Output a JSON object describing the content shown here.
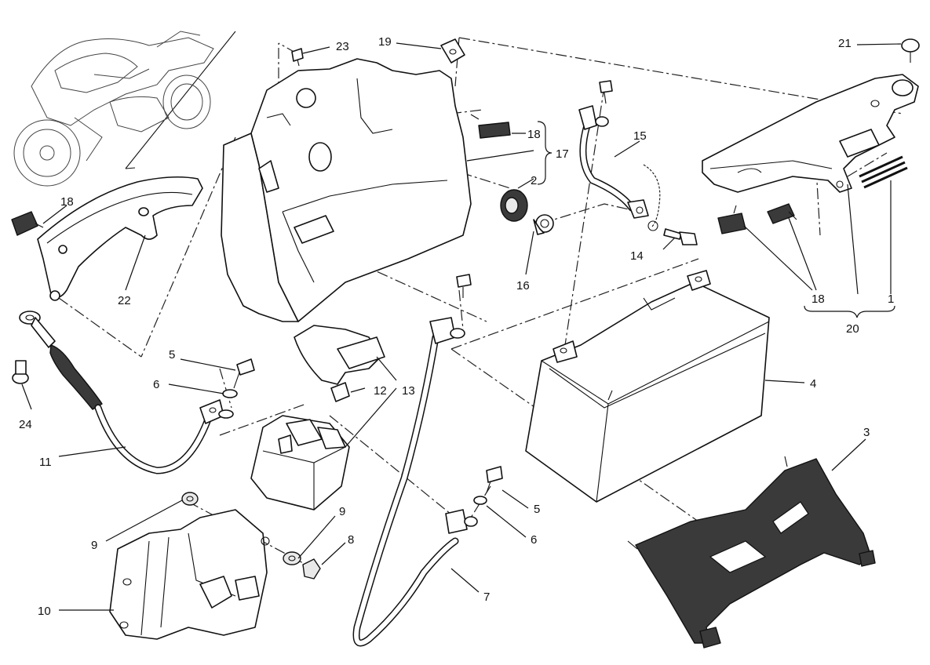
{
  "labels": {
    "p1": "1",
    "p2": "2",
    "p3": "3",
    "p4": "4",
    "p5a": "5",
    "p5b": "5",
    "p6a": "6",
    "p6b": "6",
    "p7": "7",
    "p8": "8",
    "p9a": "9",
    "p9b": "9",
    "p10": "10",
    "p11": "11",
    "p12": "12",
    "p13": "13",
    "p14": "14",
    "p15": "15",
    "p16": "16",
    "p17": "17",
    "p18a": "18",
    "p18b": "18",
    "p18c": "18",
    "p19": "19",
    "p20": "20",
    "p21": "21",
    "p22": "22",
    "p23": "23",
    "p24": "24"
  },
  "icons": {
    "motorcycle": "motorcycle-thumbnail-icon"
  }
}
